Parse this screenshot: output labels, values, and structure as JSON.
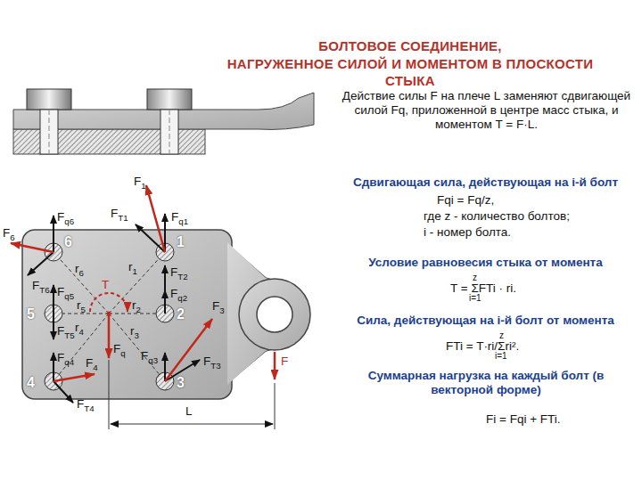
{
  "diagram": {
    "title": "БОЛТОВОЕ СОЕДИНЕНИЕ, НАГРУЖЕННОЕ СИЛОЙ И МОМЕНТОМ В ПЛОСКОСТИ СТЫКА",
    "labels": [
      "Действие силы F на плече L заменяют сдвигающей силой Fq, приложенной в центре масс стыка, и моментом T = F·L.",
      "Сдвигающая сила, действующая на i-й болт",
      "Fqi = Fq/z,",
      "где z - количество болтов;",
      "i - номер болта.",
      "Условие равновесия стыка от момента",
      "T = ΣFTi · ri.",
      "z",
      "i=1",
      "Сила, действующая на i-й болт от момента",
      "FTi = T·ri/Σri².",
      "z",
      "i=1",
      "Суммарная нагрузка на каждый болт (в векторной форме)",
      "Fi = Fqi + FTi.",
      "F1",
      "FT1",
      "Fq1",
      "Fq6",
      "F6",
      "6",
      "1",
      "FT6",
      "r6",
      "r1",
      "T",
      "Fq5",
      "r5",
      "r2",
      "5",
      "2",
      "FT2",
      "Fq2",
      "FT5",
      "r4",
      "r3",
      "F3",
      "Fq",
      "Fq3",
      "FT3",
      "Fq4",
      "4",
      "3",
      "F4",
      "FT4",
      "F",
      "L"
    ]
  }
}
